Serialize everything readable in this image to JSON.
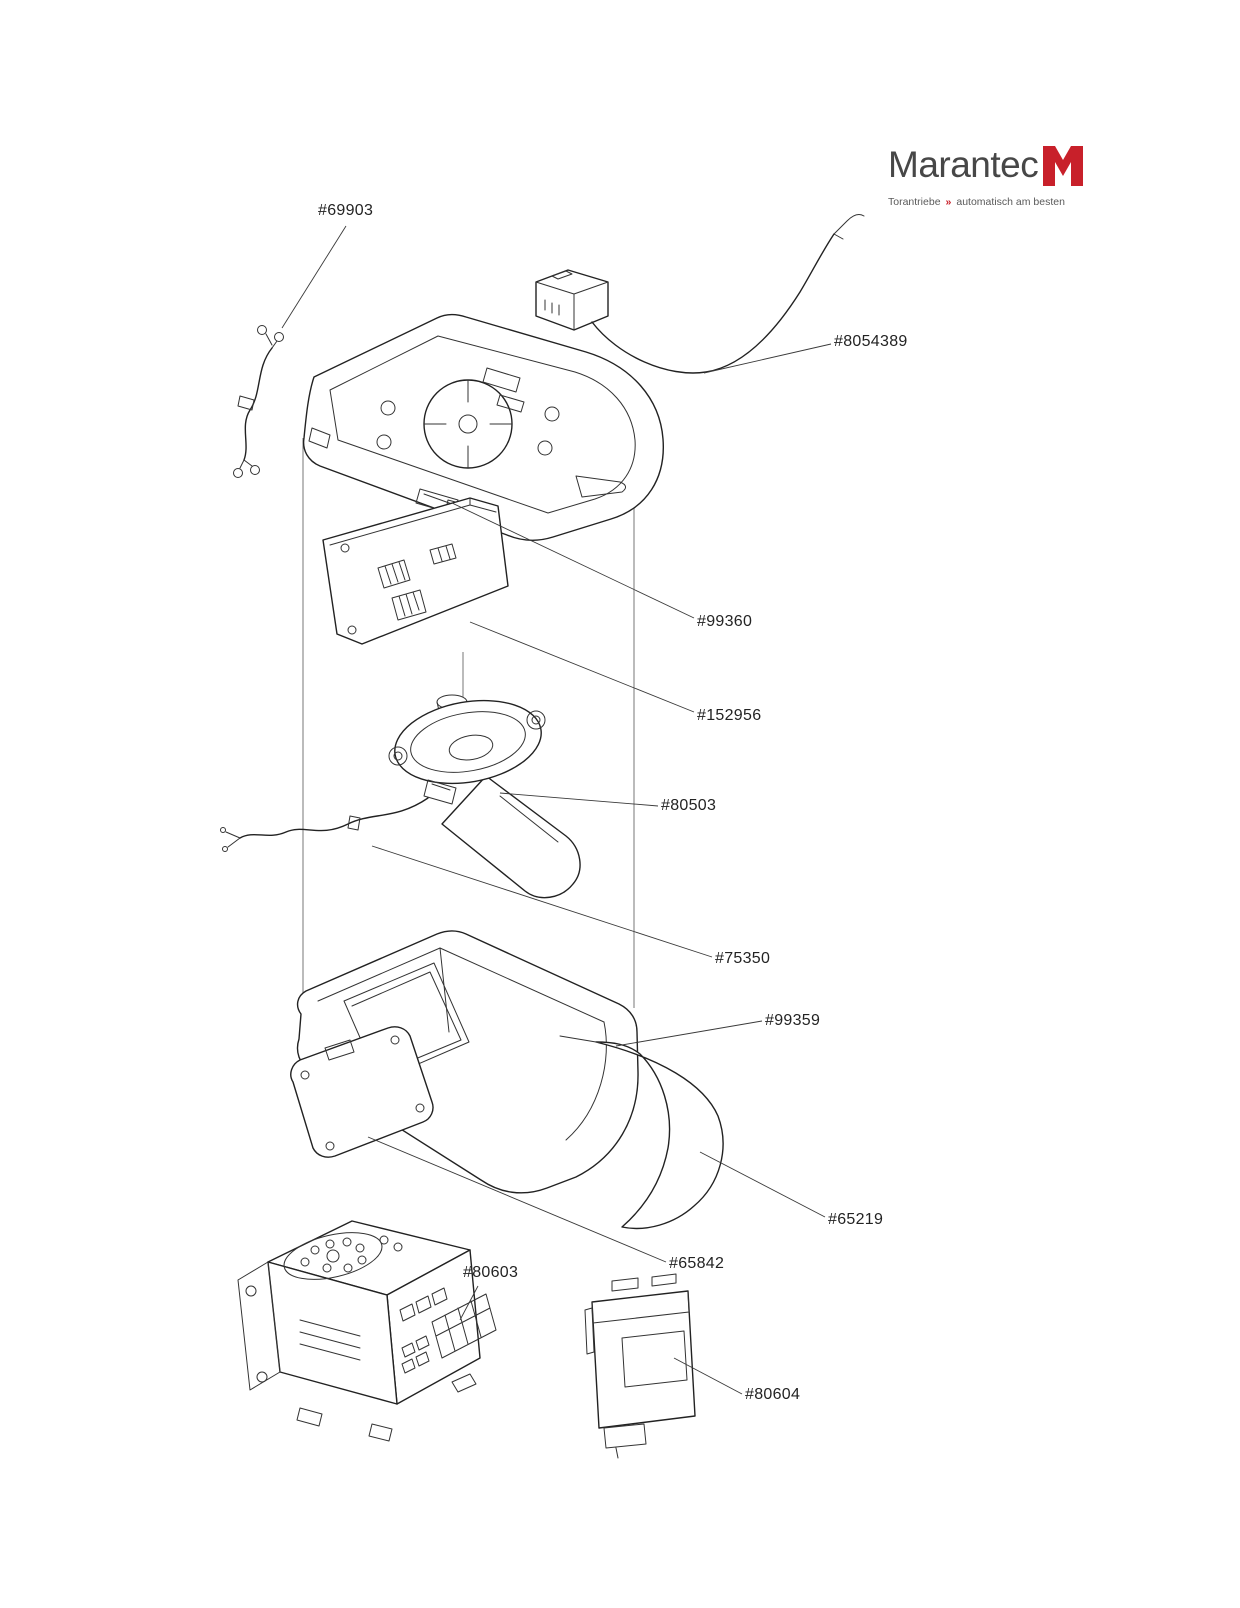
{
  "logo": {
    "name": "Marantec",
    "tagline_left": "Torantriebe",
    "tagline_sep": "»",
    "tagline_right": "automatisch am besten",
    "accent_color": "#c8202a"
  },
  "parts": [
    {
      "label": "#69903"
    },
    {
      "label": "#8054389"
    },
    {
      "label": "#99360"
    },
    {
      "label": "#152956"
    },
    {
      "label": "#80503"
    },
    {
      "label": "#75350"
    },
    {
      "label": "#99359"
    },
    {
      "label": "#65219"
    },
    {
      "label": "#65842"
    },
    {
      "label": "#80603"
    },
    {
      "label": "#80604"
    }
  ]
}
